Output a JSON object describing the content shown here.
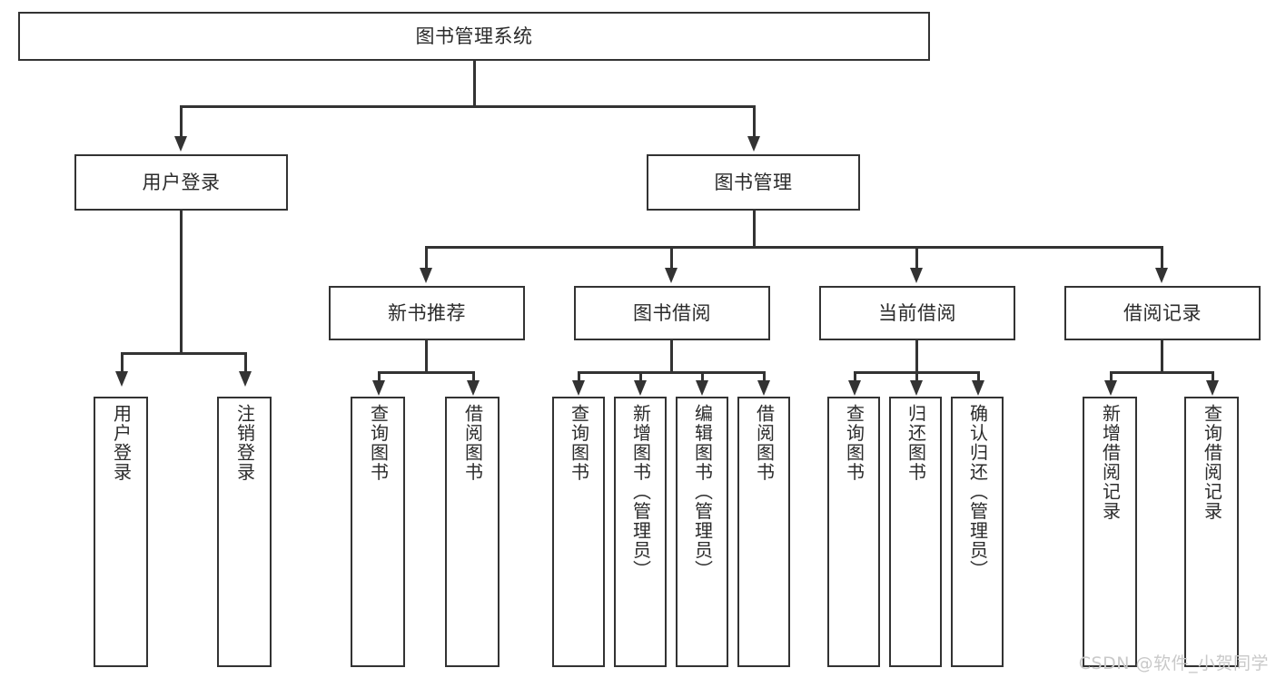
{
  "diagram": {
    "title": "图书管理系统",
    "type": "tree-hierarchy-chart",
    "root": {
      "label": "图书管理系统"
    },
    "level2": [
      {
        "label": "用户登录"
      },
      {
        "label": "图书管理"
      }
    ],
    "level3": [
      {
        "label": "新书推荐"
      },
      {
        "label": "图书借阅"
      },
      {
        "label": "当前借阅"
      },
      {
        "label": "借阅记录"
      }
    ],
    "leaves": {
      "user_login": [
        {
          "label": "用户登录"
        },
        {
          "label": "注销登录"
        }
      ],
      "new_book_recommend": [
        {
          "label": "查询图书"
        },
        {
          "label": "借阅图书"
        }
      ],
      "book_borrow": [
        {
          "label": "查询图书"
        },
        {
          "label": "新增图书（管理员）"
        },
        {
          "label": "编辑图书（管理员）"
        },
        {
          "label": "借阅图书"
        }
      ],
      "current_borrow": [
        {
          "label": "查询图书"
        },
        {
          "label": "归还图书"
        },
        {
          "label": "确认归还（管理员）"
        }
      ],
      "borrow_record": [
        {
          "label": "新增借阅记录"
        },
        {
          "label": "查询借阅记录"
        }
      ]
    },
    "watermark": "CSDN @软件_小贺同学",
    "colors": {
      "stroke": "#333333",
      "text": "#2b2b2b",
      "background": "#ffffff",
      "watermark": "#c9c9c9"
    }
  }
}
